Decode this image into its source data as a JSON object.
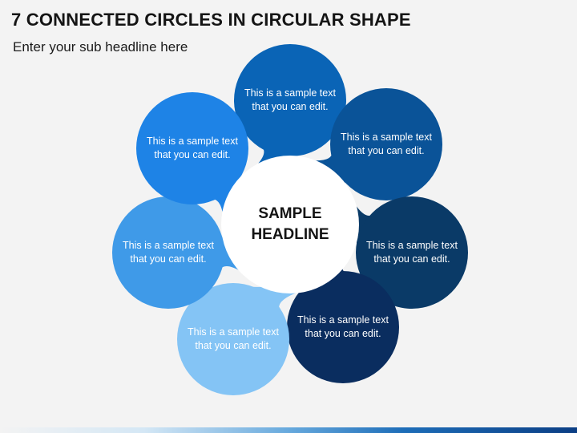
{
  "header": {
    "title": "7 CONNECTED CIRCLES IN CIRCULAR SHAPE",
    "subtitle": "Enter your sub headline here"
  },
  "center": {
    "headline_line1": "SAMPLE",
    "headline_line2": "HEADLINE"
  },
  "circles": [
    {
      "id": "top",
      "text": "This is a sample text that you can edit.",
      "color": "#0a64b6"
    },
    {
      "id": "upper-right",
      "text": "This is a sample text that you can edit.",
      "color": "#0a5398"
    },
    {
      "id": "right",
      "text": "This is a sample text that you can edit.",
      "color": "#0a3a67"
    },
    {
      "id": "lower-right",
      "text": "This is a sample text that you can edit.",
      "color": "#0a2d5f"
    },
    {
      "id": "bottom",
      "text": "This is a sample text that you can edit.",
      "color": "#84c4f5"
    },
    {
      "id": "left",
      "text": "This is a sample text that you can edit.",
      "color": "#3f9ae8"
    },
    {
      "id": "upper-left",
      "text": "This is a sample text that you can edit.",
      "color": "#1e83e6"
    }
  ]
}
